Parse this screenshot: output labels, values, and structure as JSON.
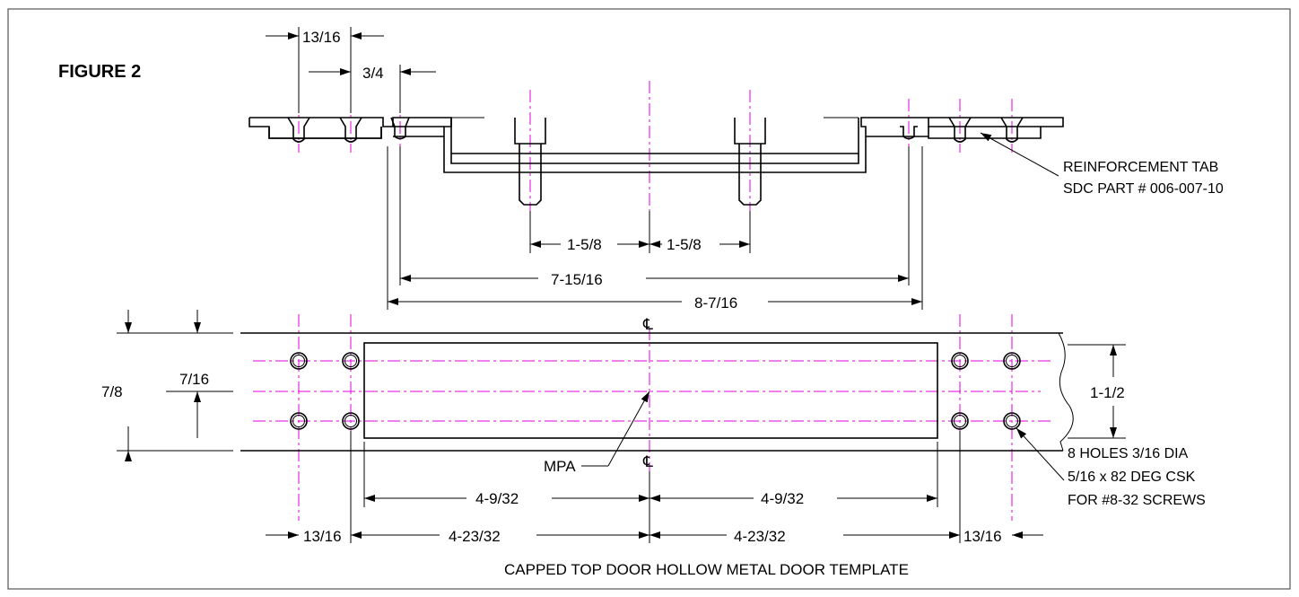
{
  "figure_label": "FIGURE 2",
  "caption": "CAPPED TOP DOOR HOLLOW METAL DOOR TEMPLATE",
  "colors": {
    "centerline": "#e100e1",
    "line": "#000000",
    "background": "#ffffff"
  },
  "top_view": {
    "dim_top_left_outer": "13/16",
    "dim_top_left_inner": "3/4",
    "dim_center_left": "1-5/8",
    "dim_center_right": "1-5/8",
    "dim_inner_span": "7-15/16",
    "dim_outer_span": "8-7/16",
    "callout": [
      "REINFORCEMENT TAB",
      "SDC PART # 006-007-10"
    ]
  },
  "bottom_view": {
    "centerline_symbol_top": "℄",
    "centerline_symbol_bottom": "℄",
    "dim_left_outer": "7/8",
    "dim_left_inner": "7/16",
    "dim_right_height": "1-1/2",
    "mpa_label": "MPA",
    "dim_half_left": "4-9/32",
    "dim_half_right": "4-9/32",
    "dim_bottom_left_edge": "13/16",
    "dim_bottom_left_span": "4-23/32",
    "dim_bottom_right_span": "4-23/32",
    "dim_bottom_right_edge": "13/16",
    "hole_note": [
      "8 HOLES 3/16 DIA",
      "5/16 x 82 DEG CSK",
      "FOR #8-32 SCREWS"
    ]
  }
}
